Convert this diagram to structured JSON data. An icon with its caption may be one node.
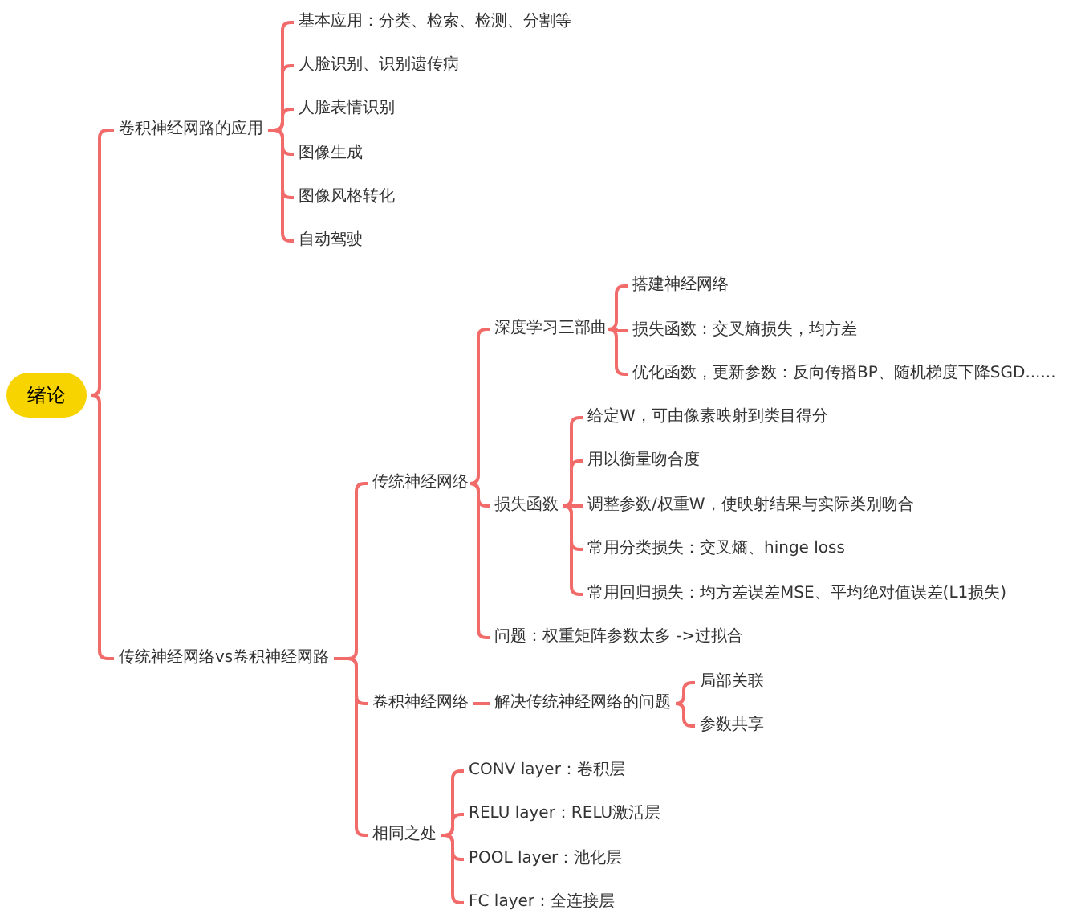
{
  "diagram": {
    "nodes": [
      {
        "text": [
          "绪论"
        ]
      },
      {
        "text": [
          "卷积神经网路的应用"
        ]
      },
      {
        "text": [
          "基本应用：分类、检索、检测、分割等"
        ]
      },
      {
        "text": [
          "人脸识别、识别遗传病"
        ]
      },
      {
        "text": [
          "人脸表情识别"
        ]
      },
      {
        "text": [
          "图像生成"
        ]
      },
      {
        "text": [
          "图像风格转化"
        ]
      },
      {
        "text": [
          "自动驾驶"
        ]
      },
      {
        "text": [
          "传统神经网络vs卷积神经网路"
        ]
      },
      {
        "text": [
          "传统神经网络"
        ]
      },
      {
        "text": [
          "深度学习三部曲"
        ]
      },
      {
        "text": [
          "搭建神经网络"
        ]
      },
      {
        "text": [
          "损失函数：交叉熵损失，均方差"
        ]
      },
      {
        "text": [
          "优化函数，更新参数：反向传播BP、随机梯度下降SGD......"
        ]
      },
      {
        "text": [
          "损失函数"
        ]
      },
      {
        "text": [
          "给定W，可由像素映射到类目得分"
        ]
      },
      {
        "text": [
          "用以衡量吻合度"
        ]
      },
      {
        "text": [
          "调整参数/权重W，使映射结果与实际类别吻合"
        ]
      },
      {
        "text": [
          "常用分类损失：交叉熵、hinge loss"
        ]
      },
      {
        "text": [
          "常用回归损失：均方差误差MSE、平均绝对值误差(L1损失)"
        ]
      },
      {
        "text": [
          "问题：权重矩阵参数太多 ->过拟合"
        ]
      },
      {
        "text": [
          "卷积神经网络"
        ]
      },
      {
        "text": [
          "解决传统神经网络的问题"
        ]
      },
      {
        "text": [
          "局部关联"
        ]
      },
      {
        "text": [
          "参数共享"
        ]
      },
      {
        "text": [
          "相同之处"
        ]
      },
      {
        "text": [
          "CONV layer：卷积层"
        ]
      },
      {
        "text": [
          "RELU layer：RELU激活层"
        ]
      },
      {
        "text": [
          "POOL layer：池化层"
        ]
      },
      {
        "text": [
          "FC layer：全连接层"
        ]
      }
    ],
    "edges": [
      {
        "from": 0,
        "to": 1,
        "arrow": "none"
      },
      {
        "from": 0,
        "to": 8,
        "arrow": "none"
      },
      {
        "from": 1,
        "to": 2,
        "arrow": "none"
      },
      {
        "from": 1,
        "to": 3,
        "arrow": "none"
      },
      {
        "from": 1,
        "to": 4,
        "arrow": "none"
      },
      {
        "from": 1,
        "to": 5,
        "arrow": "none"
      },
      {
        "from": 1,
        "to": 6,
        "arrow": "none"
      },
      {
        "from": 1,
        "to": 7,
        "arrow": "none"
      },
      {
        "from": 8,
        "to": 9,
        "arrow": "none"
      },
      {
        "from": 8,
        "to": 21,
        "arrow": "none"
      },
      {
        "from": 8,
        "to": 25,
        "arrow": "none"
      },
      {
        "from": 9,
        "to": 10,
        "arrow": "none"
      },
      {
        "from": 9,
        "to": 14,
        "arrow": "none"
      },
      {
        "from": 9,
        "to": 20,
        "arrow": "none"
      },
      {
        "from": 10,
        "to": 11,
        "arrow": "none"
      },
      {
        "from": 10,
        "to": 12,
        "arrow": "none"
      },
      {
        "from": 10,
        "to": 13,
        "arrow": "none"
      },
      {
        "from": 14,
        "to": 15,
        "arrow": "none"
      },
      {
        "from": 14,
        "to": 16,
        "arrow": "none"
      },
      {
        "from": 14,
        "to": 17,
        "arrow": "none"
      },
      {
        "from": 14,
        "to": 18,
        "arrow": "none"
      },
      {
        "from": 14,
        "to": 19,
        "arrow": "none"
      },
      {
        "from": 21,
        "to": 22,
        "arrow": "none"
      },
      {
        "from": 22,
        "to": 23,
        "arrow": "none"
      },
      {
        "from": 22,
        "to": 24,
        "arrow": "none"
      },
      {
        "from": 25,
        "to": 26,
        "arrow": "none"
      },
      {
        "from": 25,
        "to": 27,
        "arrow": "none"
      },
      {
        "from": 25,
        "to": 28,
        "arrow": "none"
      },
      {
        "from": 25,
        "to": 29,
        "arrow": "none"
      }
    ]
  }
}
